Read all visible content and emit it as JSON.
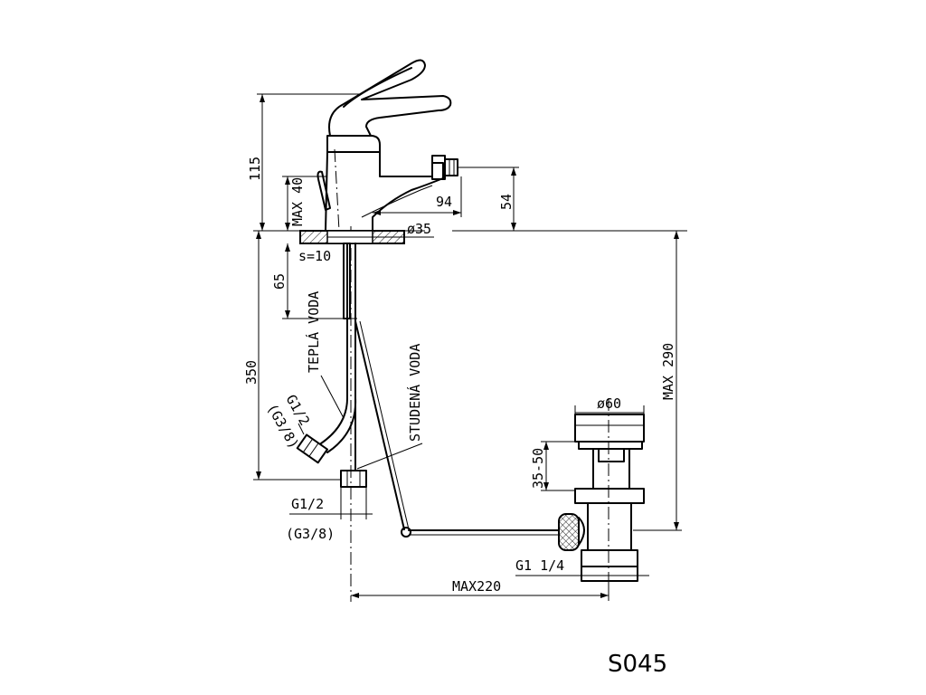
{
  "drawing": {
    "code": "S045",
    "dimensions": {
      "d115": "115",
      "max40": "MAX 40",
      "d94": "94",
      "d54": "54",
      "dia35": "ø35",
      "s10": "s=10",
      "d65": "65",
      "d350": "350",
      "max290": "MAX 290",
      "dia60": "ø60",
      "range3550": "35-50",
      "max220": "MAX220"
    },
    "labels": {
      "hot_water": "TEPLÁ VODA",
      "cold_water": "STUDENÁ VODA",
      "thread_g12_a": "G1/2",
      "thread_g38_a": "(G3/8)",
      "thread_g12_b": "G1/2",
      "thread_g38_b": "(G3/8)",
      "thread_g114": "G1 1/4"
    }
  }
}
